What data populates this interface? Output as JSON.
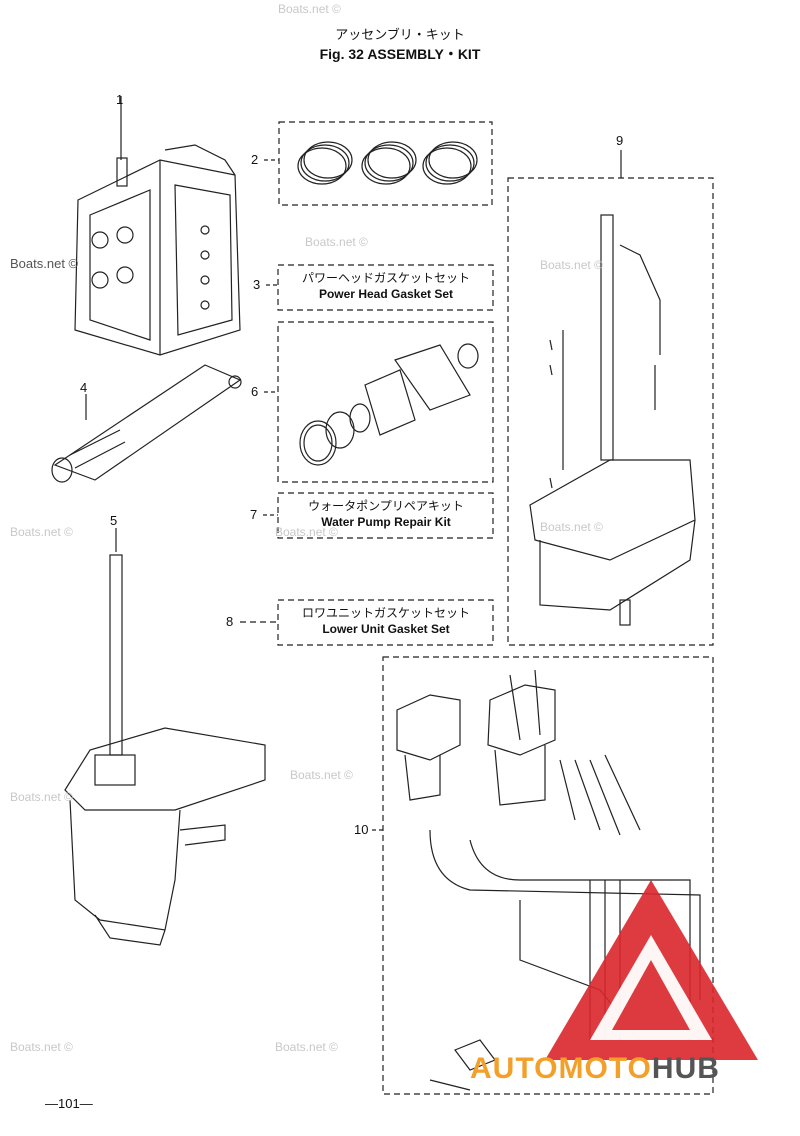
{
  "header": {
    "title_jp": "アッセンブリ・キット",
    "title_en": "Fig. 32   ASSEMBLY・KIT"
  },
  "callouts": {
    "n1": "1",
    "n2": "2",
    "n3": "3",
    "n4": "4",
    "n5": "5",
    "n6": "6",
    "n7": "7",
    "n8": "8",
    "n9": "9",
    "n10": "10"
  },
  "kits": {
    "power_head_jp": "パワーヘッドガスケットセット",
    "power_head_en": "Power Head Gasket Set",
    "water_pump_jp": "ウォータポンプリペアキット",
    "water_pump_en": "Water Pump Repair Kit",
    "lower_unit_jp": "ロワユニットガスケットセット",
    "lower_unit_en": "Lower Unit Gasket Set"
  },
  "watermark": "Boats.net ©",
  "page_number": "—101—",
  "brand": {
    "part1": "AUTOMOTO",
    "part2": "HUB"
  },
  "colors": {
    "brand_orange": "#f3a02b",
    "logo_red": "#d9262b",
    "line": "#222222"
  }
}
